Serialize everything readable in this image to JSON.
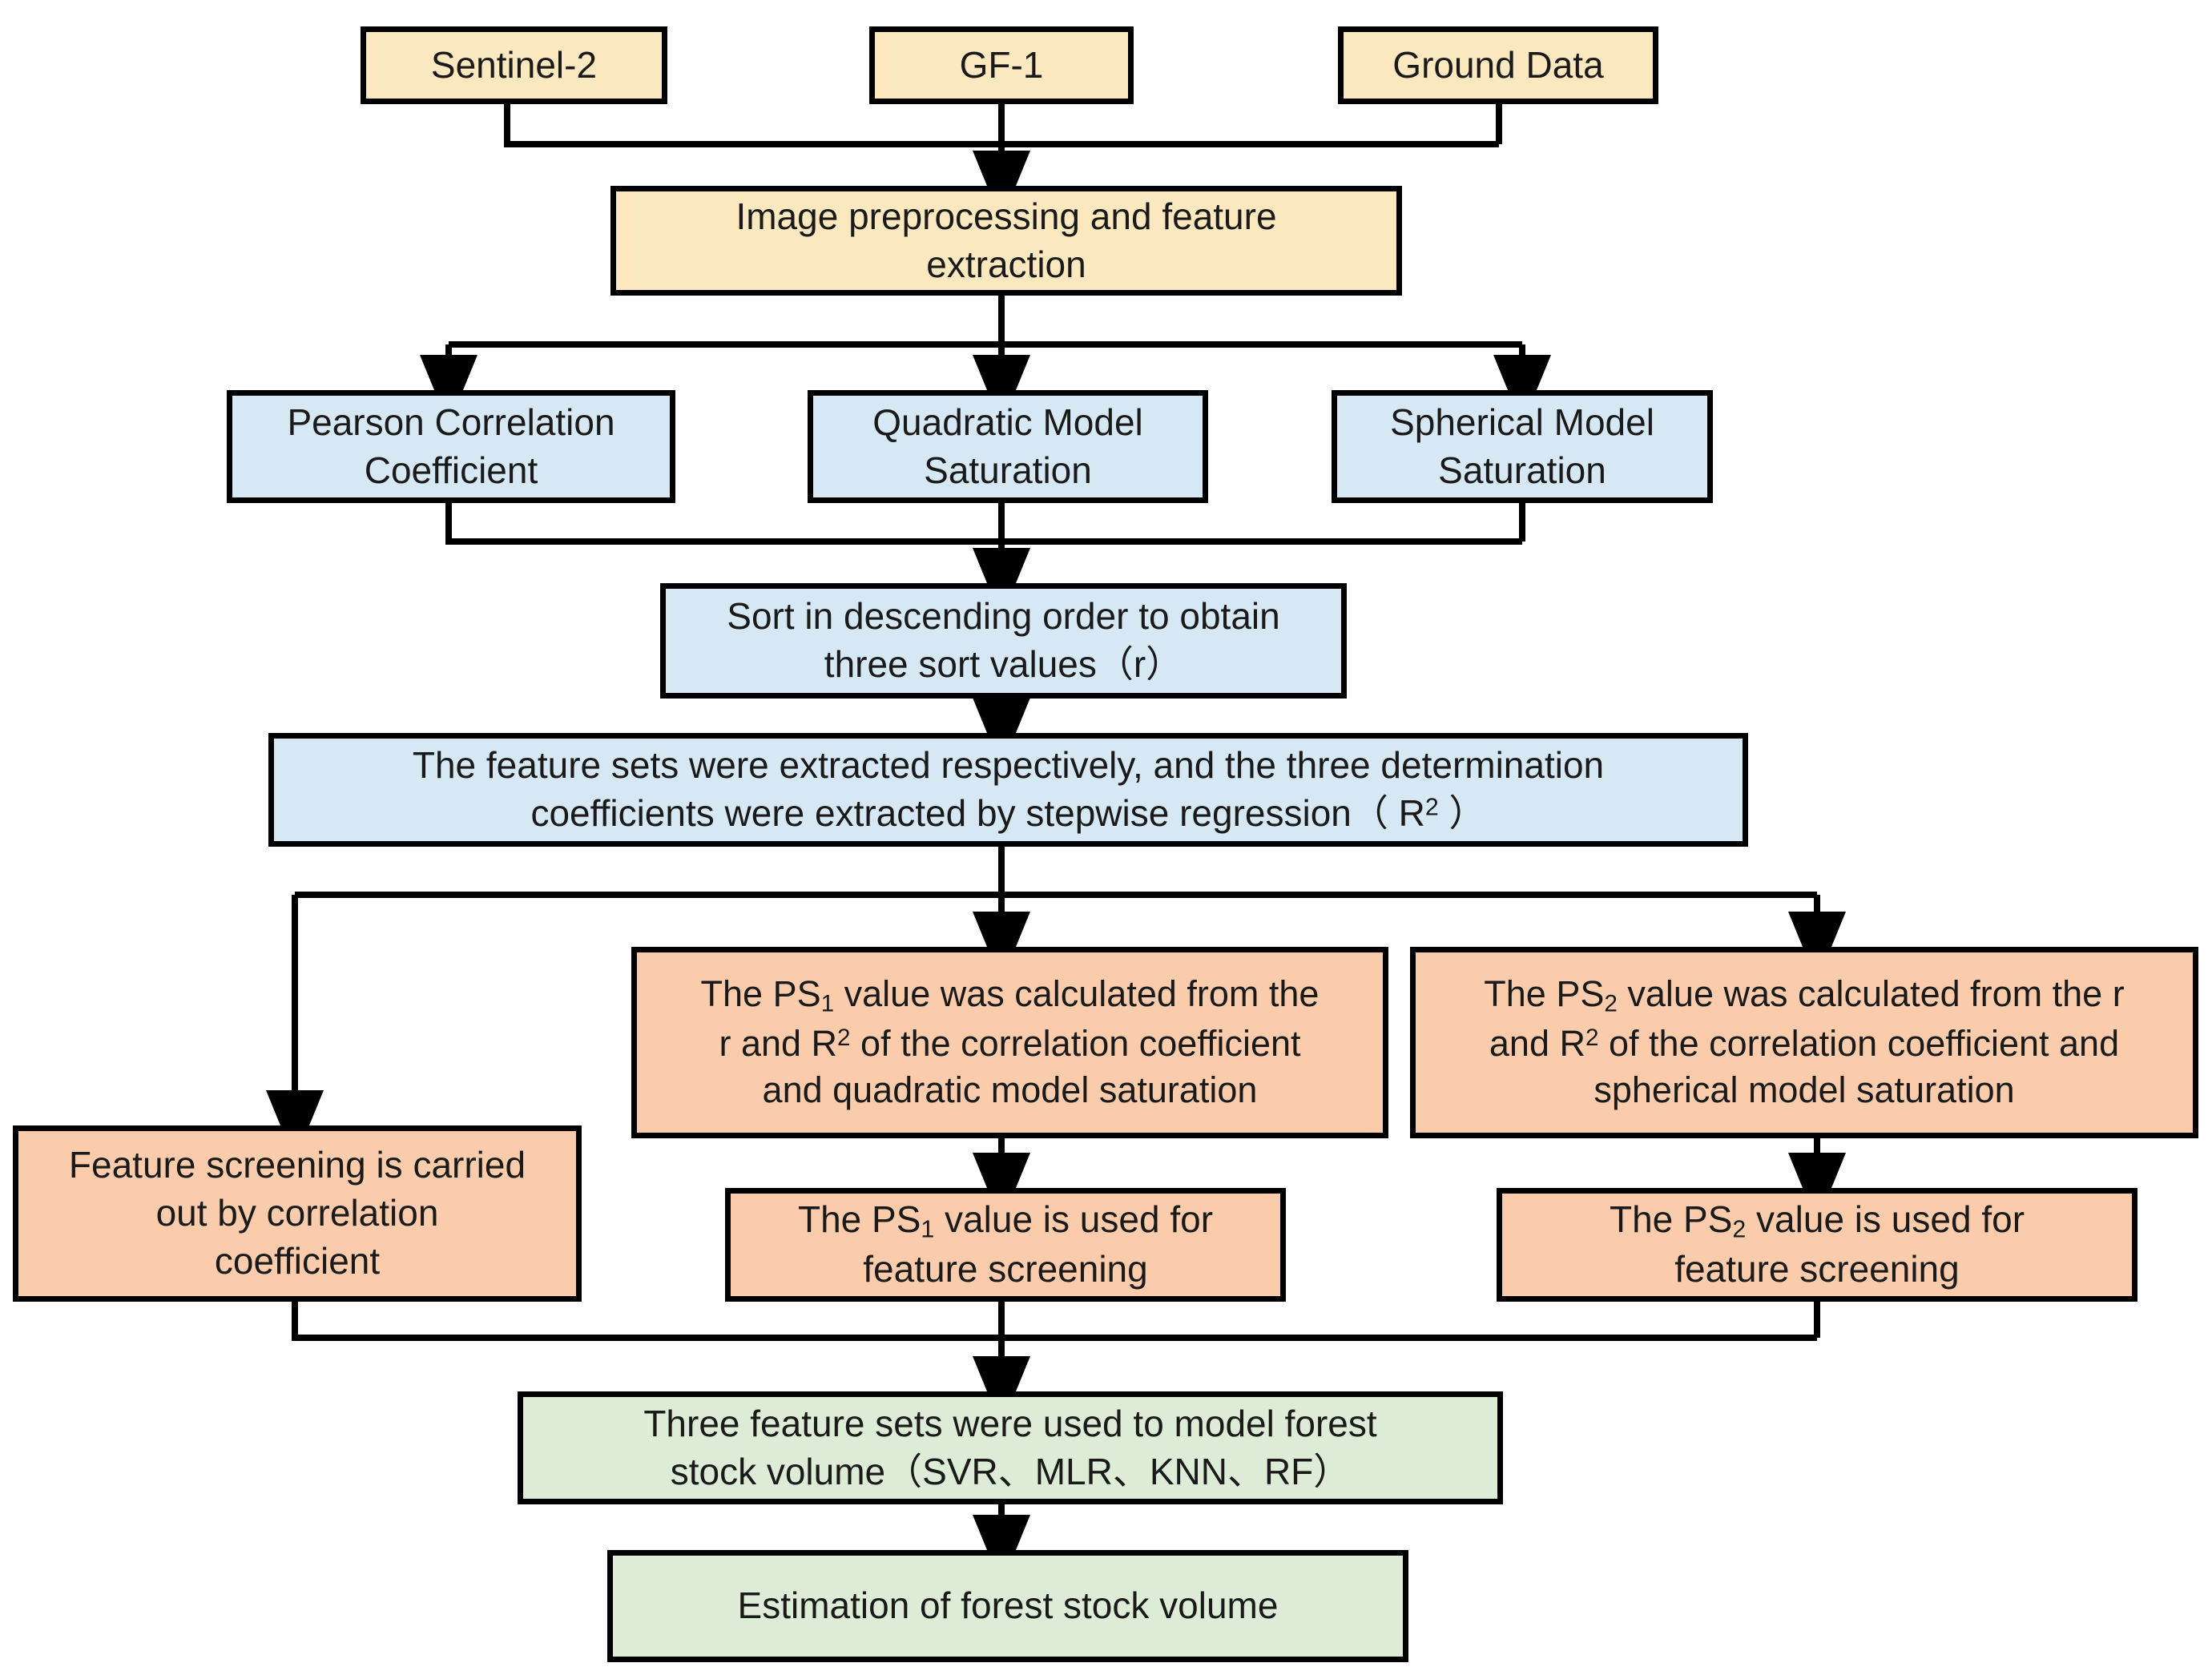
{
  "diagram": {
    "title": "Forest stock volume estimation workflow",
    "palette": {
      "source_fill": "#fbe8bf",
      "analysis_fill": "#d7e8f5",
      "calculation_fill": "#fbccab",
      "model_fill": "#dcecd6",
      "stroke": "#000000",
      "background": "#ffffff"
    },
    "nodes": {
      "sentinel2": "Sentinel-2",
      "gf1": "GF-1",
      "ground_data": "Ground Data",
      "preprocessing_line1": "Image preprocessing and feature",
      "preprocessing_line2": "extraction",
      "pearson_line1": "Pearson Correlation",
      "pearson_line2": "Coefficient",
      "quadratic_line1": "Quadratic Model",
      "quadratic_line2": "Saturation",
      "spherical_line1": "Spherical Model",
      "spherical_line2": "Saturation",
      "sort_line1": "Sort in descending order to obtain",
      "sort_line2_a": "three sort values",
      "sort_line2_b": "（r）",
      "featuresets_line1": "The feature sets were extracted respectively, and the three determination",
      "featuresets_line2_a": "coefficients were extracted by stepwise regression",
      "featuresets_line2_b": "（ R",
      "featuresets_line2_sup": "2",
      "featuresets_line2_c": " ）",
      "ps1_calc_l1_a": "The PS",
      "ps1_calc_l1_sub": "1",
      "ps1_calc_l1_b": " value was calculated from the",
      "ps1_calc_l2_a": "r and R",
      "ps1_calc_l2_sup": "2",
      "ps1_calc_l2_b": " of the correlation coefficient",
      "ps1_calc_l3": "and quadratic model saturation",
      "ps2_calc_l1_a": "The PS",
      "ps2_calc_l1_sub": "2",
      "ps2_calc_l1_b": " value was calculated from the r",
      "ps2_calc_l2_a": "and R",
      "ps2_calc_l2_sup": "2",
      "ps2_calc_l2_b": " of the correlation coefficient and",
      "ps2_calc_l3": "spherical model saturation",
      "corr_screen_l1": "Feature screening is carried",
      "corr_screen_l2": "out by correlation",
      "corr_screen_l3": "coefficient",
      "ps1_screen_l1_a": "The PS",
      "ps1_screen_l1_sub": "1",
      "ps1_screen_l1_b": " value is used for",
      "ps1_screen_l2": "feature screening",
      "ps2_screen_l1_a": "The PS",
      "ps2_screen_l1_sub": "2",
      "ps2_screen_l1_b": " value is used for",
      "ps2_screen_l2": "feature screening",
      "model_line1": "Three feature sets were used to model forest",
      "model_line2_a": "stock volume",
      "model_line2_b": "（SVR、MLR、KNN、RF）",
      "estimation": "Estimation of forest stock volume"
    }
  }
}
